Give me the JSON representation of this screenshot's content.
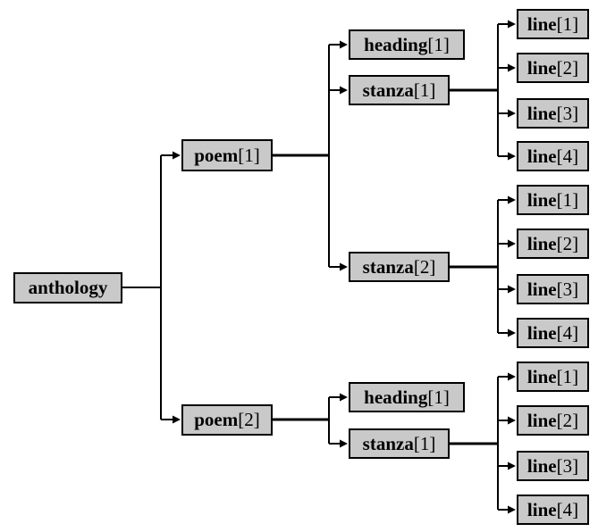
{
  "colors": {
    "background": "#ffffff",
    "box_fill": "#c9c9c9",
    "box_border": "#000000",
    "line": "#000000",
    "text": "#000000"
  },
  "nodes": [
    {
      "id": "anthology",
      "name": "anthology",
      "index": ""
    },
    {
      "id": "poem-1",
      "name": "poem",
      "index": "[1]"
    },
    {
      "id": "poem-2",
      "name": "poem",
      "index": "[2]"
    },
    {
      "id": "poem1-heading-1",
      "name": "heading",
      "index": "[1]"
    },
    {
      "id": "poem1-stanza-1",
      "name": "stanza",
      "index": "[1]"
    },
    {
      "id": "poem1-stanza-2",
      "name": "stanza",
      "index": "[2]"
    },
    {
      "id": "poem2-heading-1",
      "name": "heading",
      "index": "[1]"
    },
    {
      "id": "poem2-stanza-1",
      "name": "stanza",
      "index": "[1]"
    },
    {
      "id": "poem1-stanza1-line-1",
      "name": "line",
      "index": "[1]"
    },
    {
      "id": "poem1-stanza1-line-2",
      "name": "line",
      "index": "[2]"
    },
    {
      "id": "poem1-stanza1-line-3",
      "name": "line",
      "index": "[3]"
    },
    {
      "id": "poem1-stanza1-line-4",
      "name": "line",
      "index": "[4]"
    },
    {
      "id": "poem1-stanza2-line-1",
      "name": "line",
      "index": "[1]"
    },
    {
      "id": "poem1-stanza2-line-2",
      "name": "line",
      "index": "[2]"
    },
    {
      "id": "poem1-stanza2-line-3",
      "name": "line",
      "index": "[3]"
    },
    {
      "id": "poem1-stanza2-line-4",
      "name": "line",
      "index": "[4]"
    },
    {
      "id": "poem2-stanza1-line-1",
      "name": "line",
      "index": "[1]"
    },
    {
      "id": "poem2-stanza1-line-2",
      "name": "line",
      "index": "[2]"
    },
    {
      "id": "poem2-stanza1-line-3",
      "name": "line",
      "index": "[3]"
    },
    {
      "id": "poem2-stanza1-line-4",
      "name": "line",
      "index": "[4]"
    }
  ],
  "edges": [
    {
      "from": "anthology",
      "to": "poem-1"
    },
    {
      "from": "anthology",
      "to": "poem-2"
    },
    {
      "from": "poem-1",
      "to": "poem1-heading-1"
    },
    {
      "from": "poem-1",
      "to": "poem1-stanza-1"
    },
    {
      "from": "poem-1",
      "to": "poem1-stanza-2"
    },
    {
      "from": "poem1-stanza-1",
      "to": "poem1-stanza1-line-1"
    },
    {
      "from": "poem1-stanza-1",
      "to": "poem1-stanza1-line-2"
    },
    {
      "from": "poem1-stanza-1",
      "to": "poem1-stanza1-line-3"
    },
    {
      "from": "poem1-stanza-1",
      "to": "poem1-stanza1-line-4"
    },
    {
      "from": "poem1-stanza-2",
      "to": "poem1-stanza2-line-1"
    },
    {
      "from": "poem1-stanza-2",
      "to": "poem1-stanza2-line-2"
    },
    {
      "from": "poem1-stanza-2",
      "to": "poem1-stanza2-line-3"
    },
    {
      "from": "poem1-stanza-2",
      "to": "poem1-stanza2-line-4"
    },
    {
      "from": "poem-2",
      "to": "poem2-heading-1"
    },
    {
      "from": "poem-2",
      "to": "poem2-stanza-1"
    },
    {
      "from": "poem2-stanza-1",
      "to": "poem2-stanza1-line-1"
    },
    {
      "from": "poem2-stanza-1",
      "to": "poem2-stanza1-line-2"
    },
    {
      "from": "poem2-stanza-1",
      "to": "poem2-stanza1-line-3"
    },
    {
      "from": "poem2-stanza-1",
      "to": "poem2-stanza1-line-4"
    }
  ]
}
